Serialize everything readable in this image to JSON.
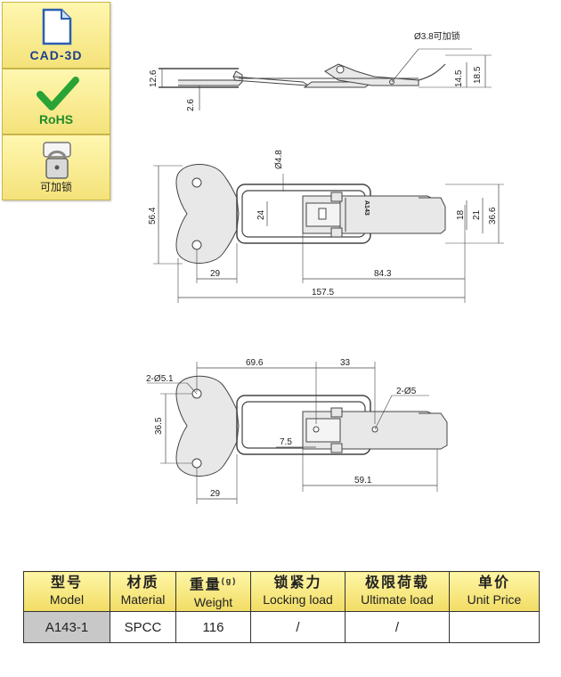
{
  "badges": {
    "cad": "CAD-3D",
    "rohs": "RoHS",
    "lock": "可加锁"
  },
  "dimensions": {
    "top_view": {
      "hole_note": "3.8可加锁",
      "height_left": "12.6",
      "thickness": "2.6",
      "h1": "14.5",
      "h2": "18.5"
    },
    "plan_view": {
      "hole_dia": "4.8",
      "wire_gap": "24",
      "hook_w1": "18",
      "hook_w2": "21",
      "overall_h": "36.6",
      "base_h": "56.4",
      "base_offset": "29",
      "hook_len": "84.3",
      "overall_len": "157.5",
      "hook_mark": "A143"
    },
    "mount_view": {
      "base_holes": "2-",
      "base_hole_dia": "5.1",
      "spacing_top": "69.6",
      "strike_span": "33",
      "strike_holes": "2-",
      "strike_hole_dia": "5",
      "base_hole_spacing": "36.5",
      "strike_offset": "7.5",
      "base_offset": "29",
      "strike_len": "59.1"
    },
    "phi": "Ø"
  },
  "table": {
    "headers": [
      {
        "cn": "型号",
        "en": "Model"
      },
      {
        "cn": "材质",
        "en": "Material"
      },
      {
        "cn": "重量",
        "en": "Weight",
        "unit": "(g)"
      },
      {
        "cn": "锁紧力",
        "en": "Locking load"
      },
      {
        "cn": "极限荷载",
        "en": "Ultimate load"
      },
      {
        "cn": "单价",
        "en": "Unit Price"
      }
    ],
    "row": {
      "model": "A143-1",
      "material": "SPCC",
      "weight": "116",
      "locking": "/",
      "ultimate": "/",
      "price": ""
    }
  },
  "colors": {
    "badge_fill": "#f4e27a",
    "cad_text": "#1c3f8c",
    "rohs_check": "#2aa336",
    "part_fill": "#e8e8e8",
    "line": "#444444"
  }
}
